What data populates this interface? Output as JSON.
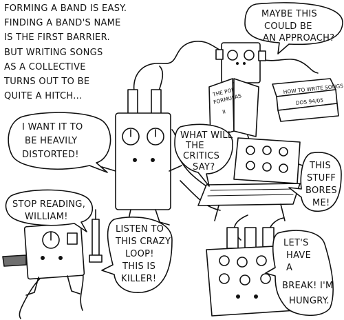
{
  "narration": {
    "lines": [
      "FORMING A BAND IS EASY.",
      "FINDING A BAND'S NAME",
      "IS THE FIRST BARRIER.",
      "BUT WRITING SONGS",
      "AS A COLLECTIVE",
      "TURNS OUT TO BE",
      "QUITE A HITCH..."
    ]
  },
  "bubbles": {
    "approach": {
      "lines": [
        "MAYBE THIS",
        "COULD BE",
        "AN APPROACH?"
      ]
    },
    "distorted": {
      "lines": [
        "I WANT IT TO",
        "BE HEAVILY",
        "DISTORTED!"
      ]
    },
    "critics": {
      "lines": [
        "WHAT WILL",
        "THE",
        "CRITICS",
        "SAY?"
      ]
    },
    "bores": {
      "lines": [
        "THIS",
        "STUFF",
        "BORES",
        "ME!"
      ]
    },
    "stop_reading": {
      "lines": [
        "STOP READING,",
        "WILLIAM!"
      ]
    },
    "crazy_loop": {
      "lines": [
        "LISTEN TO",
        "THIS CRAZY",
        "LOOP!",
        "THIS IS",
        "KILLER!"
      ]
    },
    "break": {
      "lines": [
        "LET'S",
        "HAVE",
        "A",
        "BREAK! I'M",
        "HUNGRY."
      ]
    }
  },
  "books": {
    "pop_formulas": {
      "lines": [
        "THE POP",
        "FORMULAS",
        "II"
      ]
    },
    "how_to": {
      "lines": [
        "HOW TO WRITE SONGS",
        "DOS 94/05"
      ]
    }
  }
}
